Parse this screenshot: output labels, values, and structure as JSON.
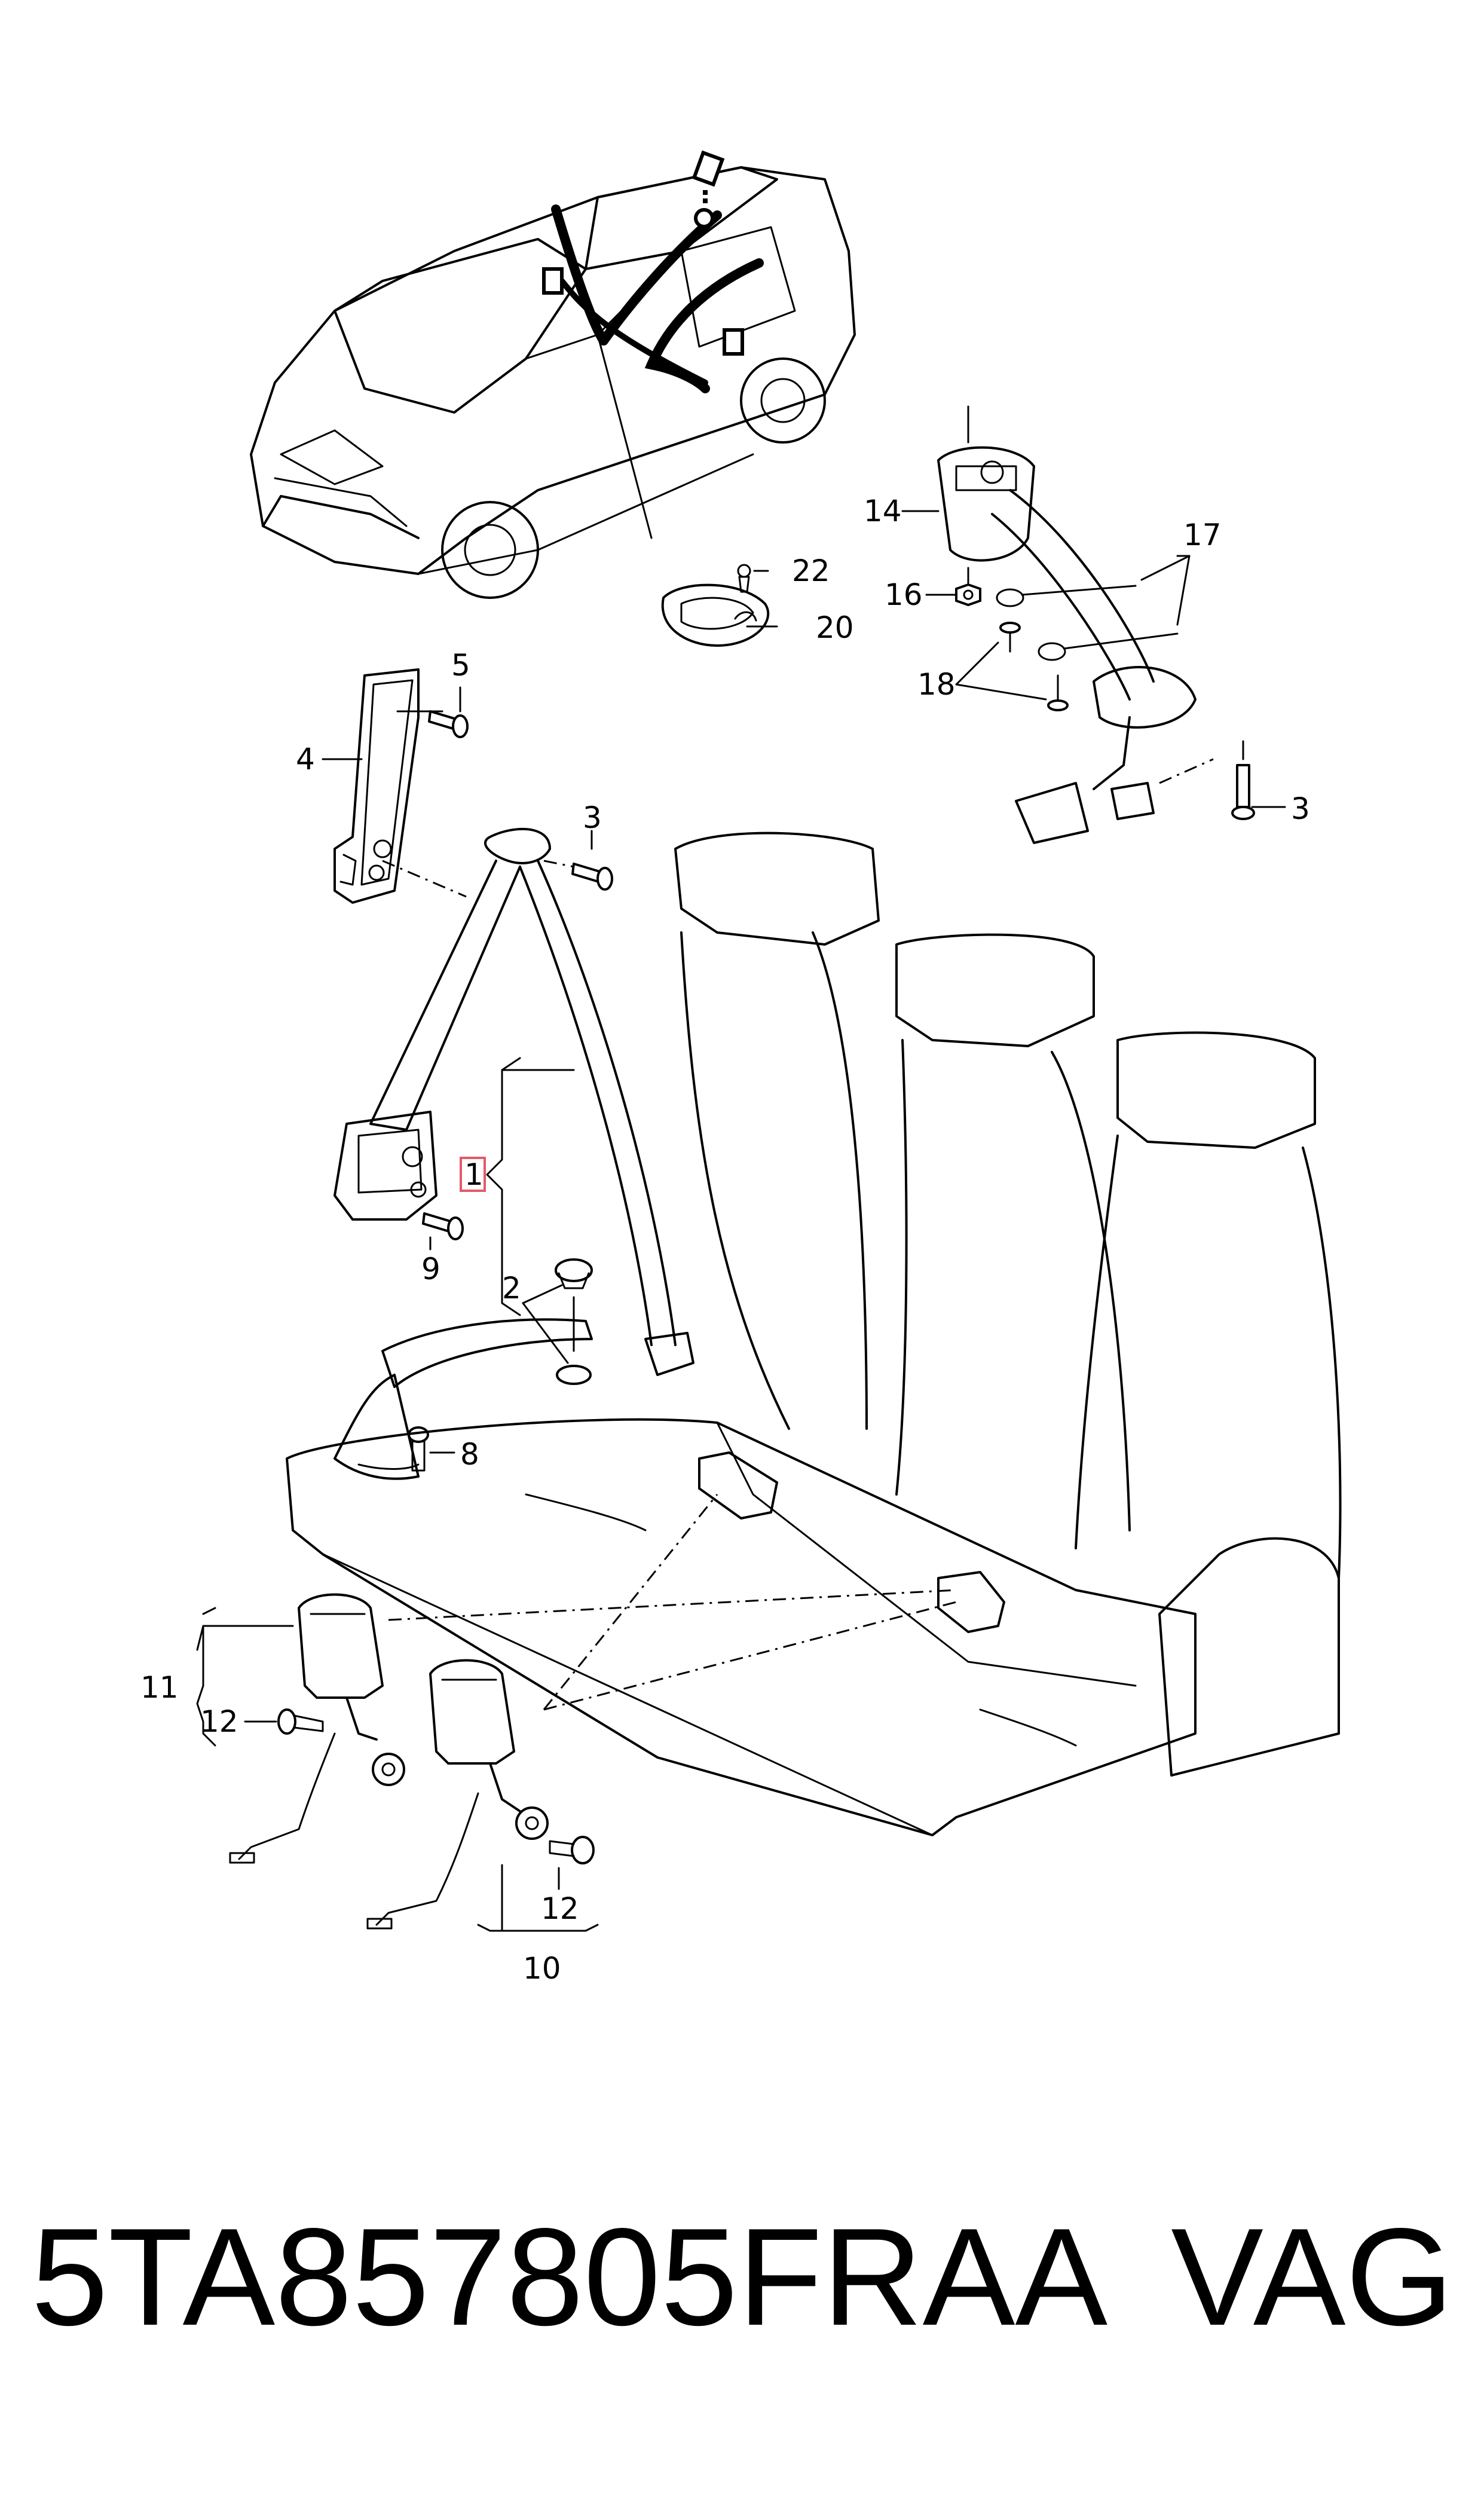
{
  "footer": {
    "part_number": "5TA857805FRAA",
    "brand": "VAG"
  },
  "callouts": {
    "c1": "1",
    "c2": "2",
    "c3a": "3",
    "c3b": "3",
    "c4": "4",
    "c5": "5",
    "c8": "8",
    "c9": "9",
    "c10": "10",
    "c11": "11",
    "c12a": "12",
    "c12b": "12",
    "c14": "14",
    "c16": "16",
    "c17": "17",
    "c18": "18",
    "c20": "20",
    "c22": "22"
  },
  "highlight_color": "#e25a6a",
  "line_color": "#000000"
}
